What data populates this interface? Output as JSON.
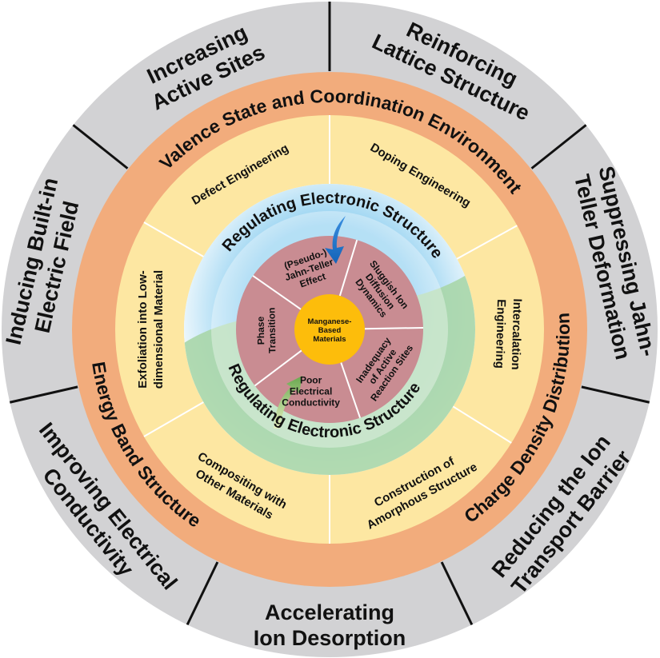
{
  "colors": {
    "outer_ring": "#d2d2d4",
    "band_ring": "#f2ac7c",
    "yellow_ring": "#fde7a2",
    "red_ring": "#c98c92",
    "center": "#fdbd0b",
    "blue_glow": "#8ecff0",
    "green_glow": "#a8d6a8",
    "divider": "#111111"
  },
  "outer_segments": [
    {
      "lines": [
        "Reinforcing",
        "Lattice Structure"
      ]
    },
    {
      "lines": [
        "Suppressing Jahn-",
        "Teller Deformation"
      ]
    },
    {
      "lines": [
        "Reducing the Ion",
        "Transport Barrier"
      ]
    },
    {
      "lines": [
        "Accelerating",
        "Ion Desorption"
      ]
    },
    {
      "lines": [
        "Improving Electrical",
        "Conductivity"
      ]
    },
    {
      "lines": [
        "Inducing Built-in",
        "Electric Field"
      ]
    },
    {
      "lines": [
        "Increasing",
        "Active Sites"
      ]
    }
  ],
  "bands": [
    {
      "label": "Valence State and Coordination Environment"
    },
    {
      "label": "Charge Density Distribution"
    },
    {
      "label": "Energy Band Structure"
    }
  ],
  "strategies": [
    {
      "lines": [
        "Doping Engineering"
      ]
    },
    {
      "lines": [
        "Intercalation",
        "Engineering"
      ]
    },
    {
      "lines": [
        "Construction of",
        "Amorphous Structure"
      ]
    },
    {
      "lines": [
        "Compositing with",
        "Other Materials"
      ]
    },
    {
      "lines": [
        "Exfoliation into Low-",
        "dimensional Material"
      ]
    },
    {
      "lines": [
        "Defect Engineering"
      ]
    }
  ],
  "regulating": {
    "top": "Regulating Electronic Structure",
    "bottom": "Regulating Electronic Structure"
  },
  "challenges": [
    {
      "lines": [
        "Sluggish Ion",
        "Diffusion",
        "Dynamics"
      ]
    },
    {
      "lines": [
        "Inadequacy",
        "of Active",
        "Reaction Sites"
      ]
    },
    {
      "lines": [
        "Poor",
        "Electrical",
        "Conductivity"
      ]
    },
    {
      "lines": [
        "Phase",
        "Transition"
      ]
    },
    {
      "lines": [
        "(Pseudo-)",
        "Jahn-Teller",
        "Effect"
      ]
    }
  ],
  "center": {
    "lines": [
      "Manganese-",
      "Based",
      "Materials"
    ]
  }
}
